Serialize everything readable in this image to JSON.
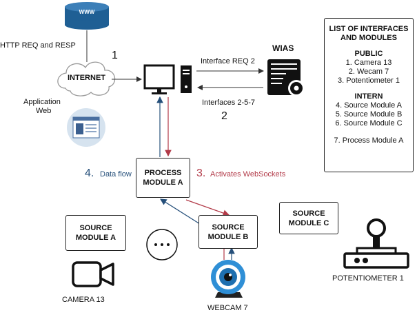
{
  "labels": {
    "www": "WWW",
    "http": "HTTP REQ and RESP",
    "step1": "1",
    "internet": "INTERNET",
    "app_web_line1": "Application",
    "app_web_line2": "Web",
    "interface_req": "Interface REQ 2",
    "wias": "WIAS",
    "interfaces_257": "Interfaces 2-5-7",
    "step2": "2",
    "step4": "4.",
    "data_flow": "Data flow",
    "step3": "3.",
    "activates_ws": "Activates WebSockets",
    "camera": "CAMERA 13",
    "webcam": "WEBCAM 7",
    "potentiometer": "POTENTIOMETER 1"
  },
  "modules": {
    "process": [
      "PROCESS",
      "MODULE A"
    ],
    "source_a": [
      "SOURCE",
      "MODULE A"
    ],
    "source_b": [
      "SOURCE",
      "MODULE B"
    ],
    "source_c": [
      "SOURCE",
      "MODULE C"
    ]
  },
  "sidebar": {
    "title_line1": "LIST OF INTERFACES",
    "title_line2": "AND MODULES",
    "public_heading": "PUBLIC",
    "public_items": [
      "1. Camera 13",
      "2. Wecam 7",
      "3. Potentiometer 1"
    ],
    "intern_heading": "INTERN",
    "intern_items": [
      "4. Source Module A",
      "5. Source Module B",
      "6. Source Module C"
    ],
    "extra_item": "7. Process Module A"
  },
  "colors": {
    "blue": "#254f7a",
    "red": "#b23a48",
    "www_blue": "#1f5f94",
    "webcam_blue": "#2f8fd6"
  }
}
